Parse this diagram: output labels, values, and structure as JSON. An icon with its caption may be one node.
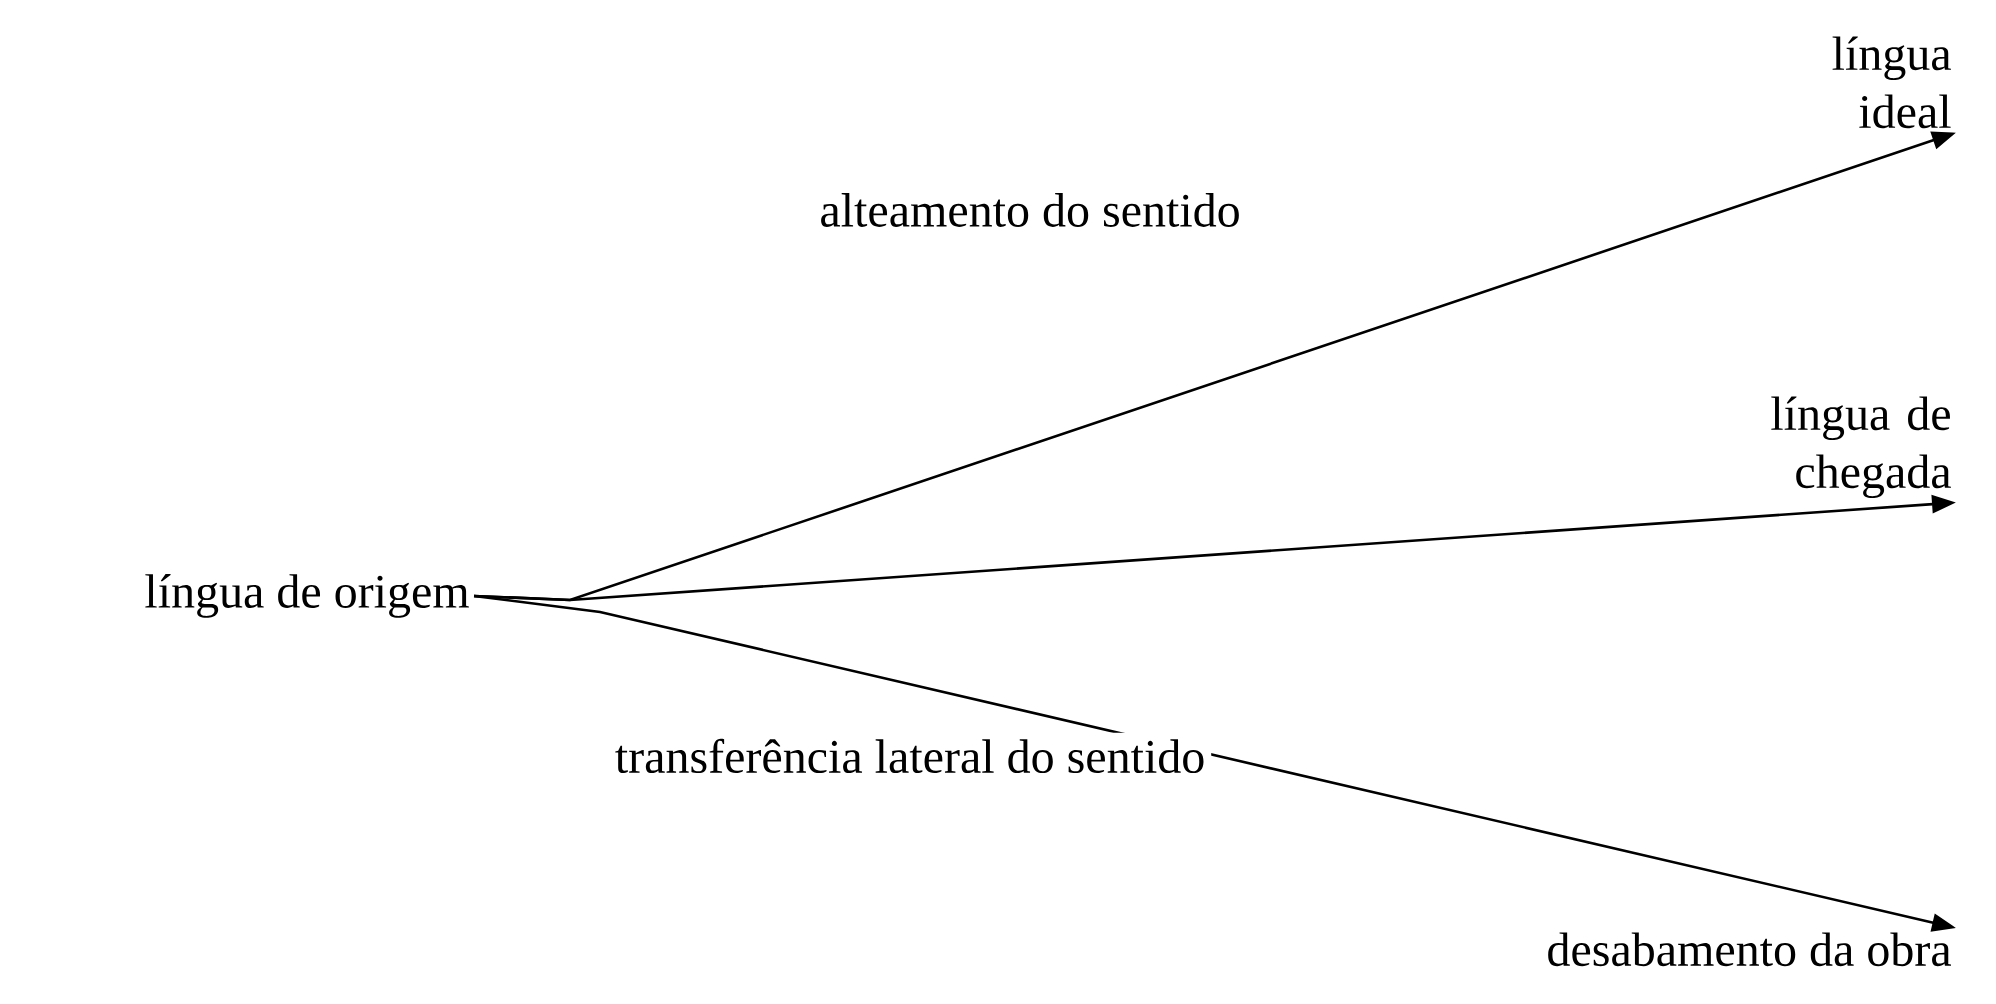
{
  "diagram": {
    "nodes": [
      {
        "text": [
          "língua de origem"
        ]
      },
      {
        "text": [
          "língua ideal"
        ]
      },
      {
        "text": [
          "língua de chegada"
        ]
      },
      {
        "text": [
          "desabamento da obra"
        ]
      }
    ],
    "edges": [
      {
        "from": 0,
        "to": 1,
        "arrow": "to",
        "label": "alteamento do sentido"
      },
      {
        "from": 0,
        "to": 2,
        "arrow": "to"
      },
      {
        "from": 0,
        "to": 3,
        "arrow": "to",
        "label": "transferência lateral do sentido"
      }
    ]
  }
}
